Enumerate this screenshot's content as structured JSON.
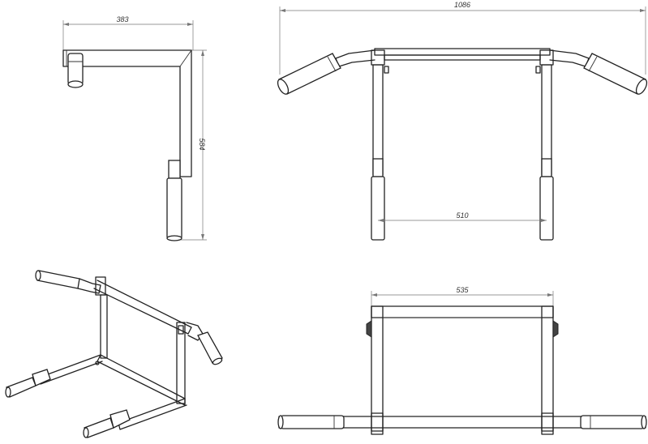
{
  "dimensions": {
    "side_depth": "383",
    "side_height": "584",
    "total_width": "1086",
    "leg_spacing": "510",
    "frame_width": "535"
  },
  "colors": {
    "line": "#222222",
    "dimension": "#777777",
    "background": "#ffffff"
  }
}
